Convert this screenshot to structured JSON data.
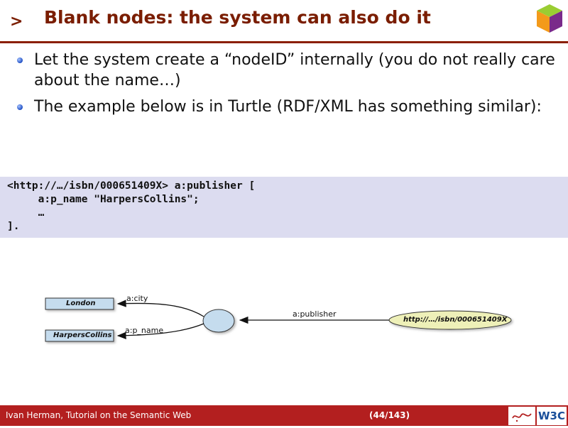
{
  "header": {
    "marker": ">",
    "title": "Blank nodes: the system can also do it"
  },
  "bullets": [
    {
      "text": "Let the system create a “nodeID” internally (you do not really care about the name…)"
    },
    {
      "text": "The example below is in Turtle (RDF/XML has something similar):"
    }
  ],
  "code": {
    "lines": [
      "<http://…/isbn/000651409X> a:publisher [",
      "     a:p_name \"HarpersCollins\";",
      "     …",
      "]."
    ]
  },
  "diagram": {
    "nodes": {
      "london": "London",
      "harpers": "HarpersCollins",
      "book": "http://…/isbn/000651409X"
    },
    "edges": {
      "city": "a:city",
      "name": "a:p_name",
      "publisher": "a:publisher"
    },
    "colors": {
      "literal_fill": "#c5dcee",
      "blank_fill": "#c5dcee",
      "resource_fill": "#eef0b8"
    }
  },
  "footer": {
    "author": "Ivan Herman, Tutorial on the Semantic Web",
    "page": "(44/143)",
    "w3c_logo": "W3C",
    "background": "#b31f1f"
  }
}
